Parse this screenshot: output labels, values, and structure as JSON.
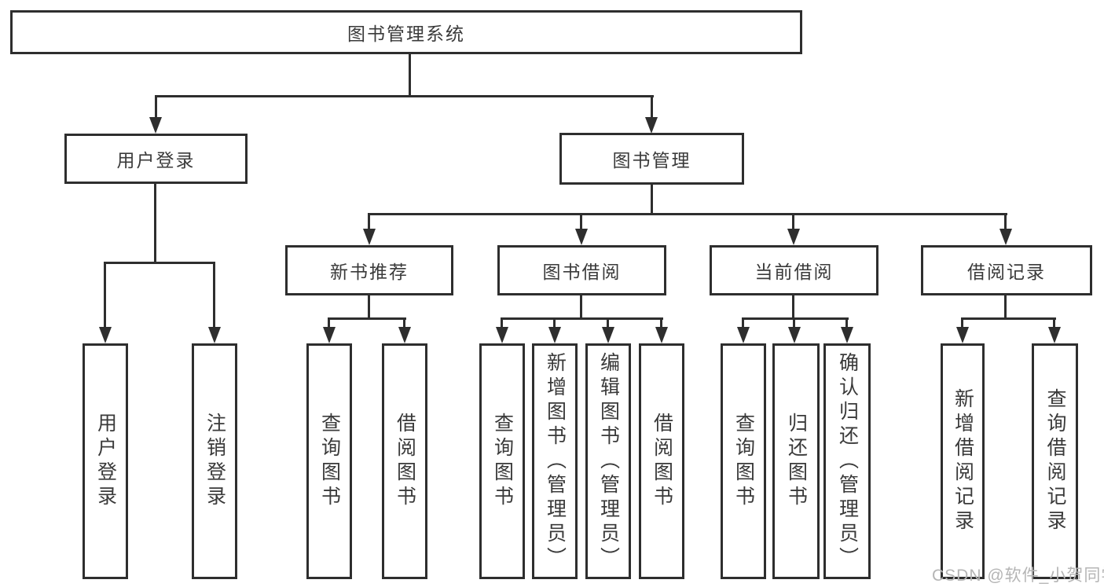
{
  "diagram": {
    "root": "图书管理系统",
    "level2": [
      "用户登录",
      "图书管理"
    ],
    "level3": [
      "新书推荐",
      "图书借阅",
      "当前借阅",
      "借阅记录"
    ],
    "leaves": {
      "login": [
        "用户登录",
        "注销登录"
      ],
      "new_book": [
        "查询图书",
        "借阅图书"
      ],
      "book_borrow": [
        "查询图书",
        "新增图书（管理员）",
        "编辑图书（管理员）",
        "借阅图书"
      ],
      "current_borrow": [
        "查询图书",
        "归还图书",
        "确认归还（管理员）"
      ],
      "borrow_record": [
        "新增借阅记录",
        "查询借阅记录"
      ]
    }
  },
  "watermark": {
    "text": "CSDN @软件_小贺同学"
  },
  "colors": {
    "line": "#2e2e2e",
    "text": "#3a3a3a",
    "watermark": "#b5b5b5",
    "background": "#ffffff"
  },
  "icons": {
    "arrowheads": "arrow-down-icon"
  }
}
